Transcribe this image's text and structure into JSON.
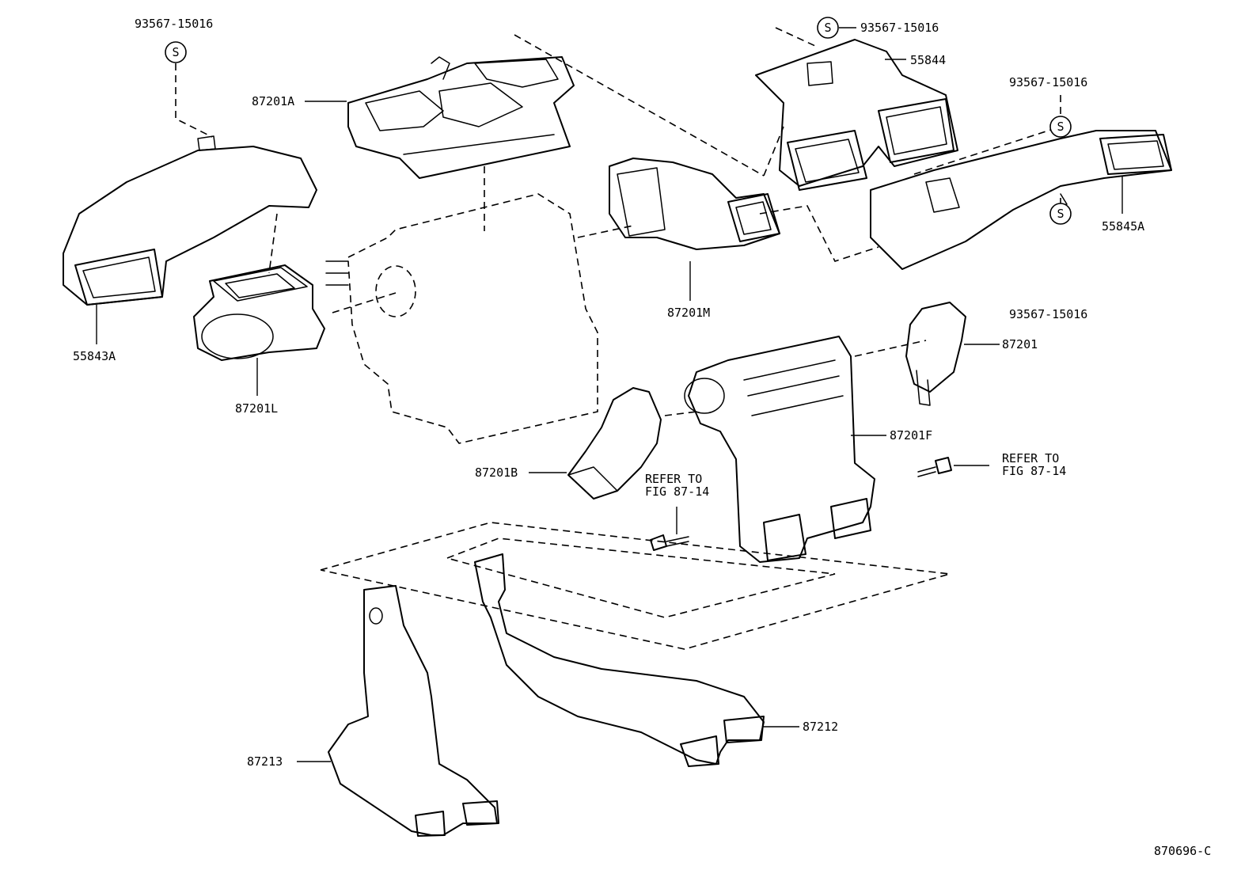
{
  "diagram_id": "870696-C",
  "labels": {
    "p93567_a": "93567-15016",
    "p93567_b": "93567-15016",
    "p93567_c": "93567-15016",
    "p93567_d": "93567-15016",
    "p87201A": "87201A",
    "p55844": "55844",
    "p55845A": "55845A",
    "p55843A": "55843A",
    "p87201L": "87201L",
    "p87201M": "87201M",
    "p87201": "87201",
    "p87201F": "87201F",
    "p87201B": "87201B",
    "p87212": "87212",
    "p87213": "87213"
  },
  "refer_left": {
    "line1": "REFER TO",
    "line2": "FIG 87-14"
  },
  "refer_right": {
    "line1": "REFER TO",
    "line2": "FIG 87-14"
  },
  "symbol_s": "S"
}
